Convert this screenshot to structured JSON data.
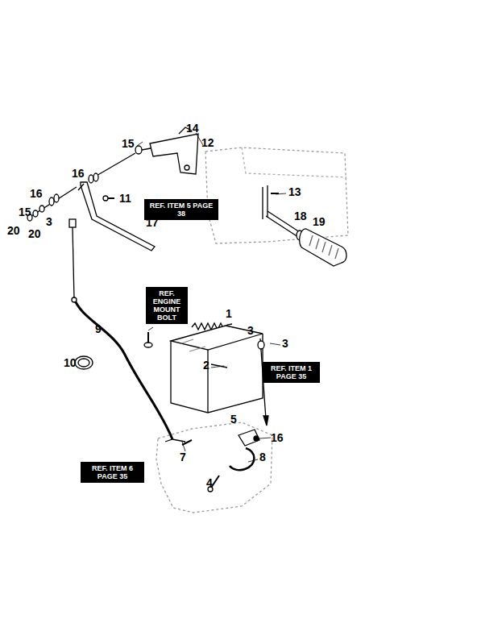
{
  "diagram": {
    "nodes": [
      {
        "text": [
          "REF. ITEM 5 PAGE 38"
        ]
      },
      {
        "text": [
          "REF. ENGINE MOUNT BOLT"
        ]
      },
      {
        "text": [
          "REF. ITEM 1 PAGE 35"
        ]
      },
      {
        "text": [
          "REF. ITEM 6 PAGE 35"
        ]
      }
    ],
    "labels": [
      "14",
      "12",
      "15",
      "16",
      "11",
      "13",
      "16",
      "15",
      "3",
      "17",
      "18",
      "19",
      "20",
      "20",
      "1",
      "9",
      "10",
      "3",
      "3",
      "2",
      "5",
      "16",
      "7",
      "8",
      "4"
    ]
  }
}
